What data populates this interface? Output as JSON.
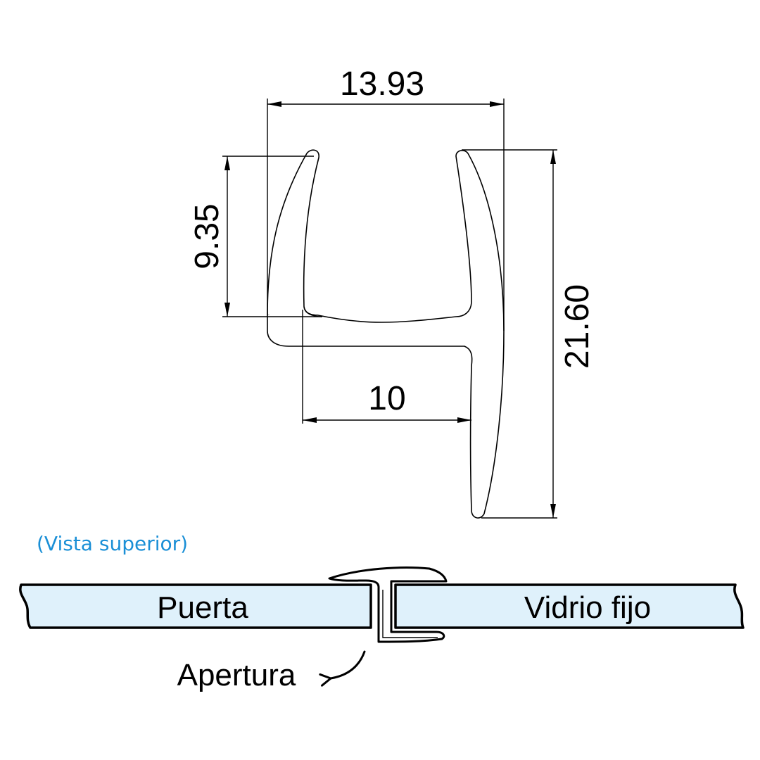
{
  "dimensions": {
    "top_width": "13.93",
    "left_height": "9.35",
    "right_height": "21.60",
    "inner_width": "10"
  },
  "top_view": {
    "caption": "(Vista superior)",
    "door_label": "Puerta",
    "fixed_glass_label": "Vidrio fijo",
    "opening_label": "Apertura"
  },
  "colors": {
    "caption_blue": "#1a8fd6",
    "glass_fill": "#dff1fb",
    "line": "#000000"
  }
}
